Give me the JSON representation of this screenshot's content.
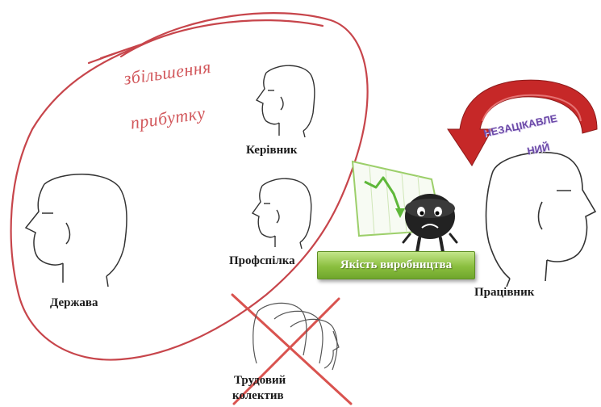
{
  "ellipse_text": {
    "line1": "збільшення",
    "line2": "прибутку"
  },
  "people": {
    "kerivnyk": "Керівник",
    "profspilka": "Профспілка",
    "derzhava": "Держава",
    "trudovyi_line1": "Трудовий",
    "trudovyi_line2": "колектив",
    "pratsivnyk": "Працівник"
  },
  "quality_label": "Якість виробництва",
  "arrow_text": {
    "line1": "НЕЗАЦІКАВЛЕ",
    "line2": "НИЙ"
  },
  "colors": {
    "ellipse": "#c7454b",
    "cross": "#d9534f",
    "arrow": "#c62828",
    "arrow_text": "#6c4aa8",
    "button_green": "#8bbf3f",
    "chart_line": "#5fb83a"
  },
  "icons": {
    "ellipse": "scribbled-ellipse",
    "cross": "cross-out-mark",
    "arrow": "curved-arrow",
    "chart": "declining-chart",
    "mascot": "sad-ball-character"
  }
}
